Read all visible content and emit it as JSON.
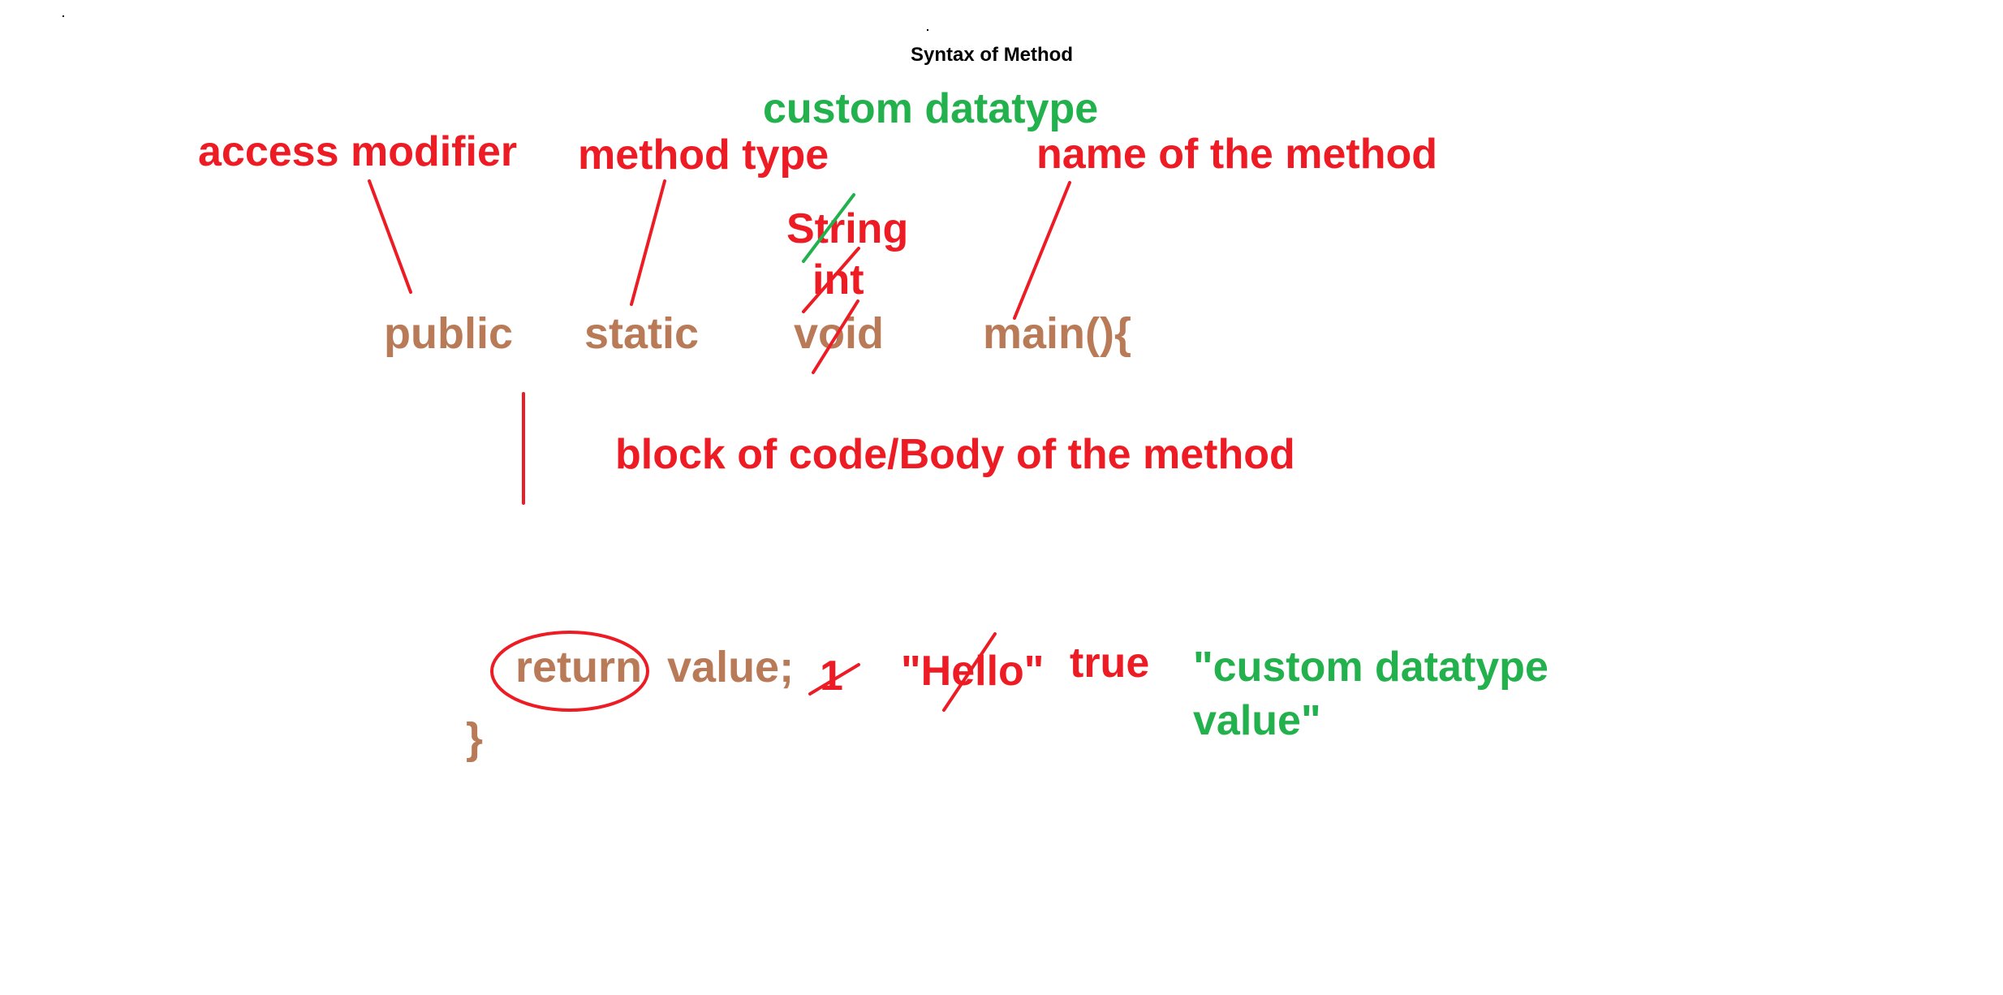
{
  "title": "Syntax of Method",
  "labels": {
    "access_modifier": "access modifier",
    "method_type": "method type",
    "custom_datatype": "custom datatype",
    "name_of_method": "name of the method",
    "block_of_code": "block of code/Body of the method"
  },
  "code": {
    "public": "public",
    "static": "static",
    "void": "void",
    "main": "main(){",
    "return": "return",
    "value": "value;",
    "closing_brace": "}"
  },
  "return_types": {
    "string": "String",
    "int": "int"
  },
  "return_values": {
    "one": "1",
    "hello": "\"Hello\"",
    "true": "true",
    "custom_line1": "\"custom datatype",
    "custom_line2": "value\""
  },
  "colors": {
    "annotation": "#ed1c24",
    "custom": "#22b14c",
    "code": "#b97a57",
    "title": "#000000"
  }
}
